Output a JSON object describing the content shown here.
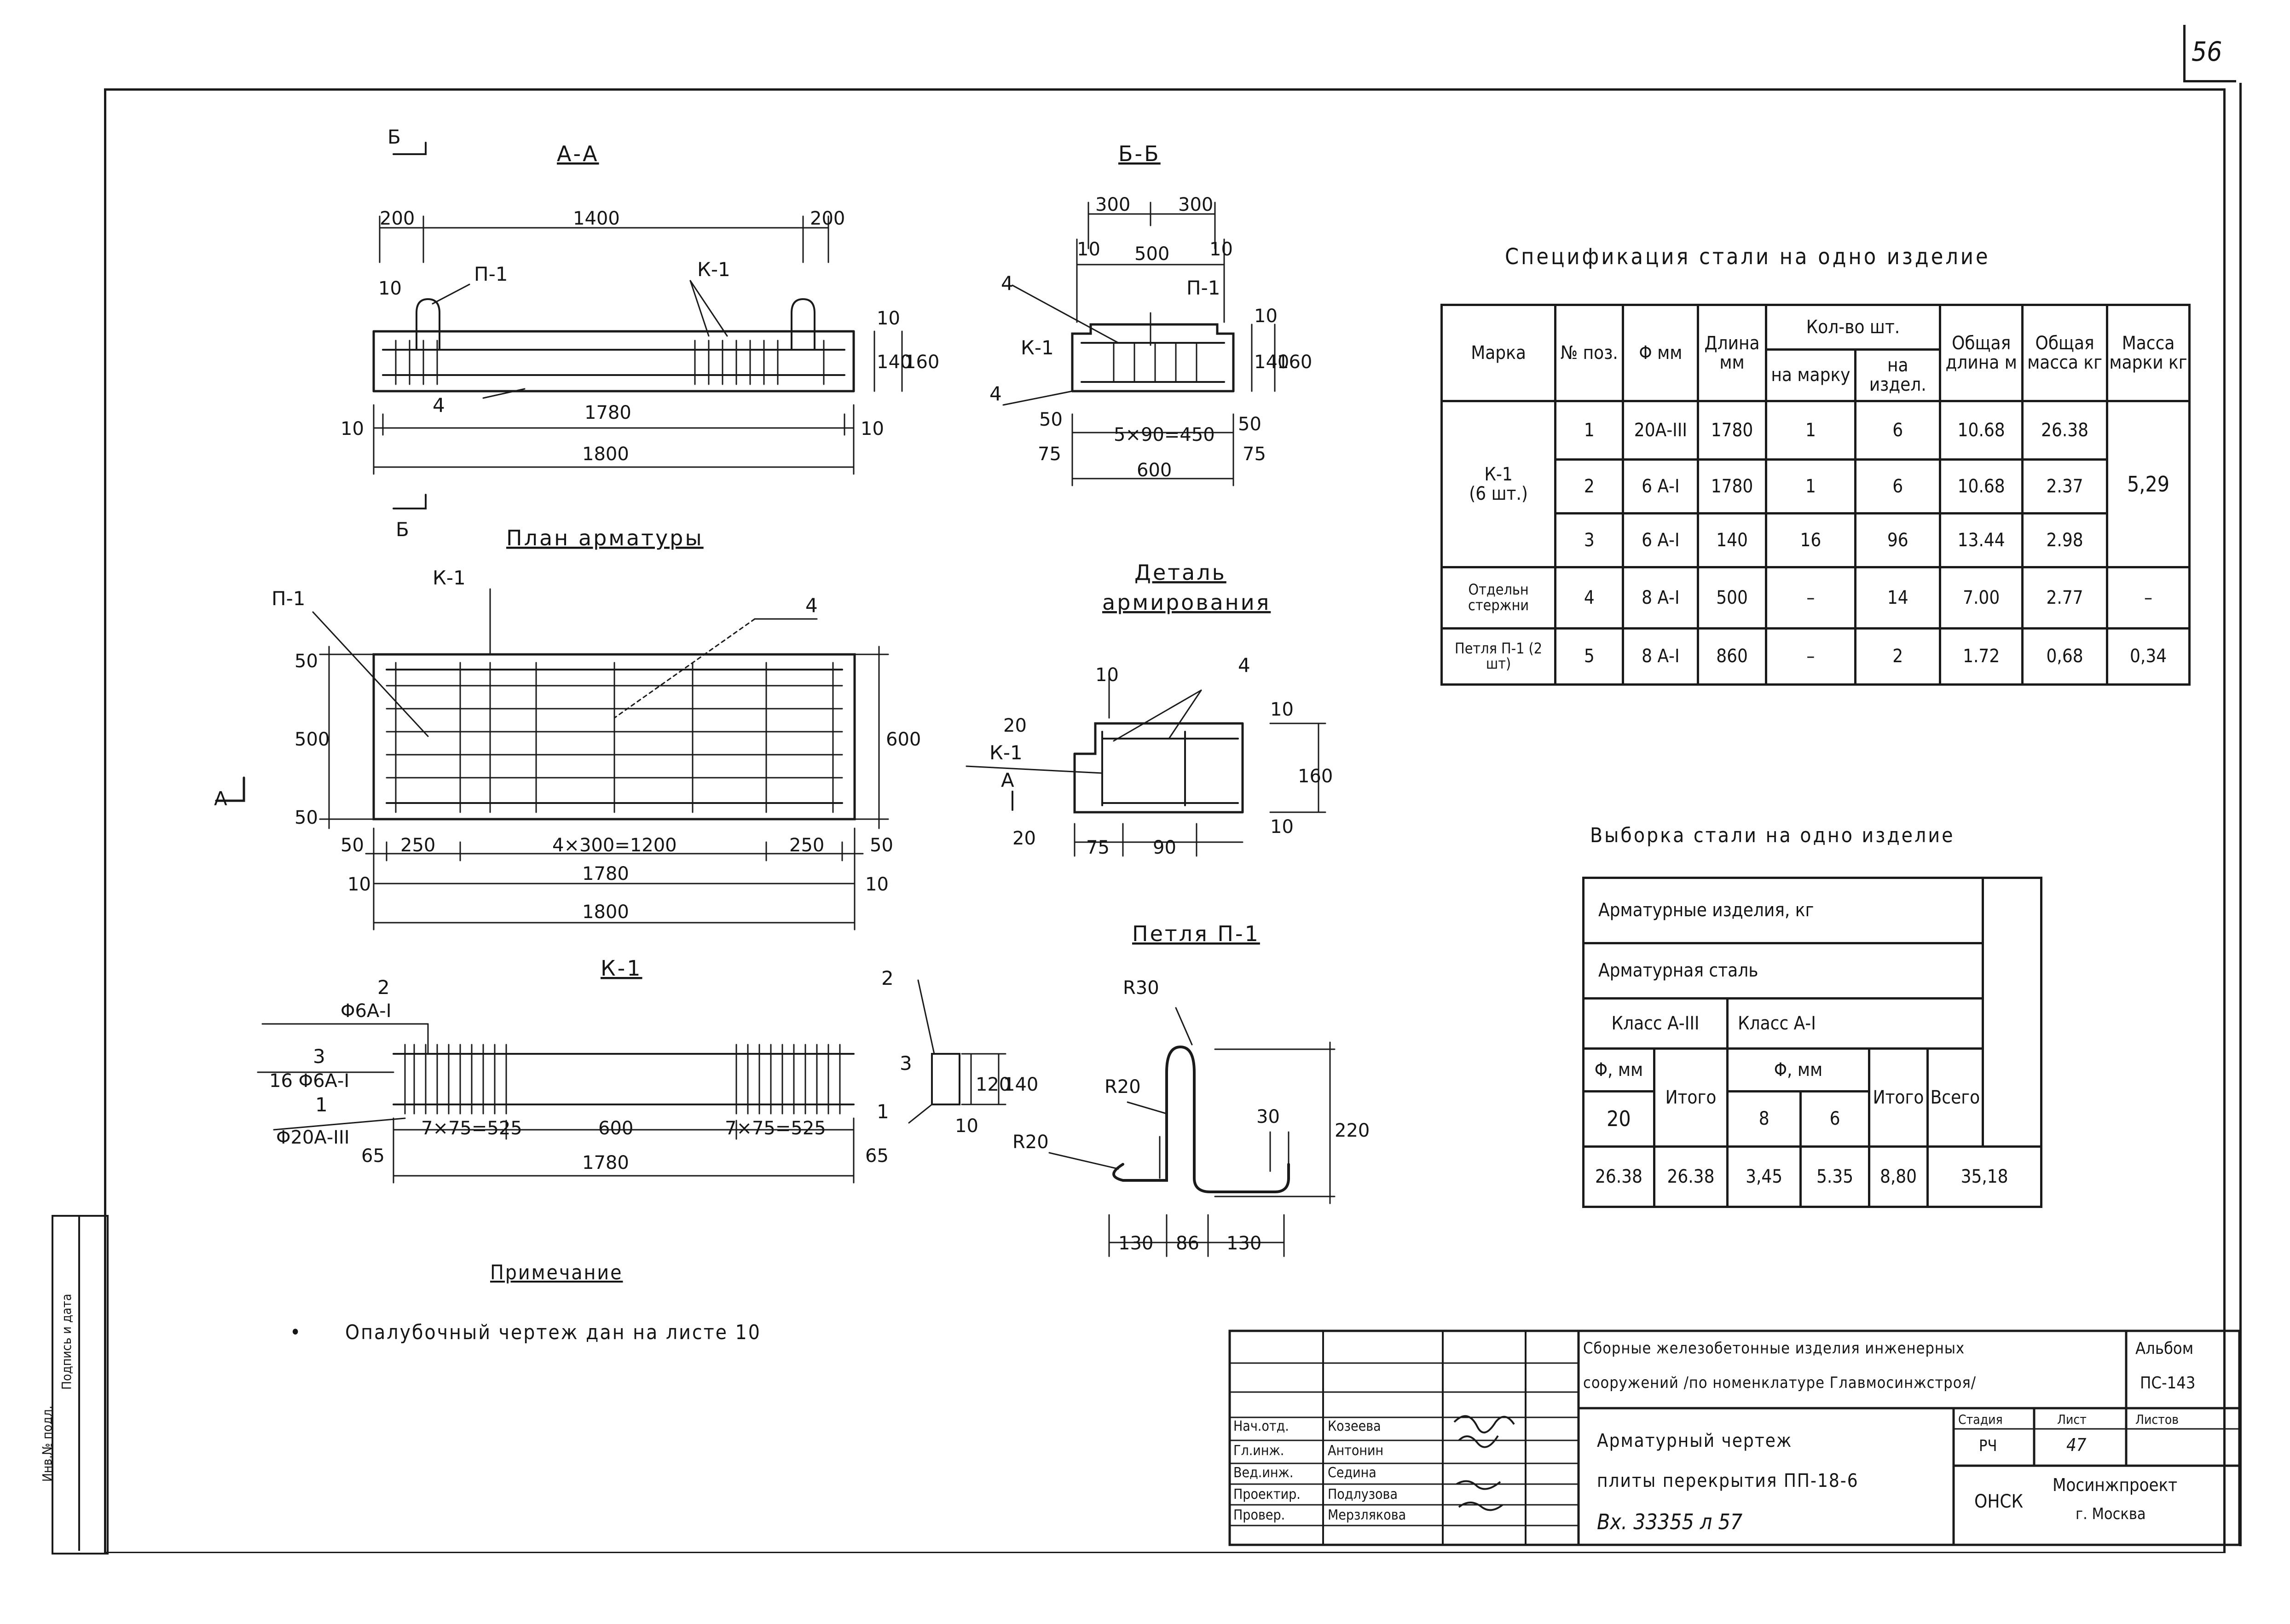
{
  "sheet_number": "56",
  "sections": {
    "aa_title": "А-А",
    "bb_title": "Б-Б",
    "plan_title": "План арматуры",
    "detail_title_1": "Деталь",
    "detail_title_2": "армирования",
    "k1_title": "К-1",
    "loop_title": "Петля П-1",
    "section_mark": "Б",
    "cut_mark": "А"
  },
  "aa": {
    "d_left": "200",
    "d_mid": "1400",
    "d_right": "200",
    "len_inner": "1780",
    "len_total": "1800",
    "edge_l": "10",
    "edge_r": "10",
    "top_10": "10",
    "h_140": "140",
    "h_160": "160",
    "gap_10": "10",
    "p1": "П-1",
    "k1": "К-1",
    "pos4": "4"
  },
  "bb": {
    "d_300a": "300",
    "d_300b": "300",
    "d_10a": "10",
    "d_10b": "10",
    "d_500": "500",
    "p1": "П-1",
    "k1": "К-1",
    "pos4a": "4",
    "pos4b": "4",
    "d_50a": "50",
    "d_50b": "50",
    "spacing": "5×90=450",
    "d_75a": "75",
    "d_75b": "75",
    "d_600": "600",
    "h_10": "10",
    "h_140": "140",
    "h_160": "160"
  },
  "plan": {
    "p1": "П-1",
    "k1": "К-1",
    "pos4": "4",
    "d_50top": "50",
    "d_500": "500",
    "d_50bot": "50",
    "d_600": "600",
    "b_50a": "50",
    "b_250a": "250",
    "b_spacing": "4×300=1200",
    "b_250b": "250",
    "b_50b": "50",
    "b_10a": "10",
    "b_1780": "1780",
    "b_10b": "10",
    "b_1800": "1800"
  },
  "detail": {
    "pos4": "4",
    "k1": "К-1",
    "h10": "10",
    "d_20a": "20",
    "d_20b": "20",
    "d_10a": "10",
    "d_10b": "10",
    "d_160": "160",
    "d_75": "75",
    "d_90": "90",
    "cut": "А"
  },
  "k1frame": {
    "pos2": "2",
    "pos2_desc": "Φ6А-I",
    "pos3": "3",
    "pos3_desc": "16 Φ6А-I",
    "pos1": "1",
    "pos1_desc": "Φ20А-III",
    "sp_left": "7×75=525",
    "sp_mid": "600",
    "sp_right": "7×75=525",
    "d_65a": "65",
    "d_1780": "1780",
    "d_65b": "65",
    "sec_2": "2",
    "sec_3": "3",
    "sec_1": "1",
    "sec_10": "10",
    "sec_120": "120",
    "sec_140": "140"
  },
  "loop": {
    "r30": "R30",
    "r20a": "R20",
    "r20b": "R20",
    "d_30": "30",
    "d_220": "220",
    "d_130a": "130",
    "d_86": "86",
    "d_130b": "130"
  },
  "note": {
    "title": "Примечание",
    "bullet": "•",
    "text": "Опалубочный чертеж дан на листе 10"
  },
  "spec": {
    "title": "Спецификация стали на одно изделие",
    "headers": {
      "mark": "Марка",
      "pos": "№ поз.",
      "phi": "Φ мм",
      "len": "Длина мм",
      "qty": "Кол-во шт.",
      "qty_mark": "на марку",
      "qty_item": "на издел.",
      "tot_len": "Общая длина м",
      "tot_mass": "Общая масса кг",
      "mass_mark": "Масса марки кг"
    },
    "k1_mark": "К-1",
    "k1_count": "(6 шт.)",
    "k1_mass": "5,29",
    "rows": [
      {
        "pos": "1",
        "phi": "20А-III",
        "len": "1780",
        "qm": "1",
        "qi": "6",
        "tl": "10.68",
        "tm": "26.38"
      },
      {
        "pos": "2",
        "phi": "6 А-I",
        "len": "1780",
        "qm": "1",
        "qi": "6",
        "tl": "10.68",
        "tm": "2.37"
      },
      {
        "pos": "3",
        "phi": "6 А-I",
        "len": "140",
        "qm": "16",
        "qi": "96",
        "tl": "13.44",
        "tm": "2.98"
      }
    ],
    "row4": {
      "mark": "Отдельн стержни",
      "pos": "4",
      "phi": "8 А-I",
      "len": "500",
      "qm": "–",
      "qi": "14",
      "tl": "7.00",
      "tm": "2.77",
      "mm": "–"
    },
    "row5": {
      "mark": "Петля П-1 (2 шт)",
      "pos": "5",
      "phi": "8 А-I",
      "len": "860",
      "qm": "–",
      "qi": "2",
      "tl": "1.72",
      "tm": "0,68",
      "mm": "0,34"
    }
  },
  "sel": {
    "title": "Выборка стали на одно изделие",
    "h1": "Арматурные изделия, кг",
    "h2": "Арматурная сталь",
    "h3a": "Класс А-III",
    "h3b": "Класс А-I",
    "phi_a": "Φ, мм",
    "phi_b": "Φ, мм",
    "itogo_a": "Итого",
    "itogo_b": "Итого",
    "vsego": "Всего",
    "d20": "20",
    "d8": "8",
    "d6": "6",
    "v_2638a": "26.38",
    "v_2638b": "26.38",
    "v_345": "3,45",
    "v_535": "5.35",
    "v_880": "8,80",
    "v_3518": "35,18"
  },
  "stamp": {
    "project_1": "Сборные железобетонные изделия инженерных",
    "project_2": "сооружений /по номенклатуре Главмосинжстроя/",
    "album_label": "Альбом",
    "album_code": "ПС-143",
    "stage_h": "Стадия",
    "sheet_h": "Лист",
    "sheets_h": "Листов",
    "stage_v": "РЧ",
    "sheet_v": "47",
    "sheets_v": "",
    "drawing_1": "Арматурный чертеж",
    "drawing_2": "плиты перекрытия ПП-18-6",
    "inv": "Вх. 33355 л 57",
    "dept": "ОНСК",
    "org_1": "Мосинжпроект",
    "org_2": "г. Москва",
    "roles": [
      "Нач.отд.",
      "Гл.инж.",
      "Вед.инж.",
      "Проектир.",
      "Провер."
    ],
    "names": [
      "Козеева",
      "Антонин",
      "Седина",
      "Подлузова",
      "Мерзлякова"
    ],
    "side_1": "Инв.№ подл.",
    "side_2": "Подпись и дата"
  }
}
